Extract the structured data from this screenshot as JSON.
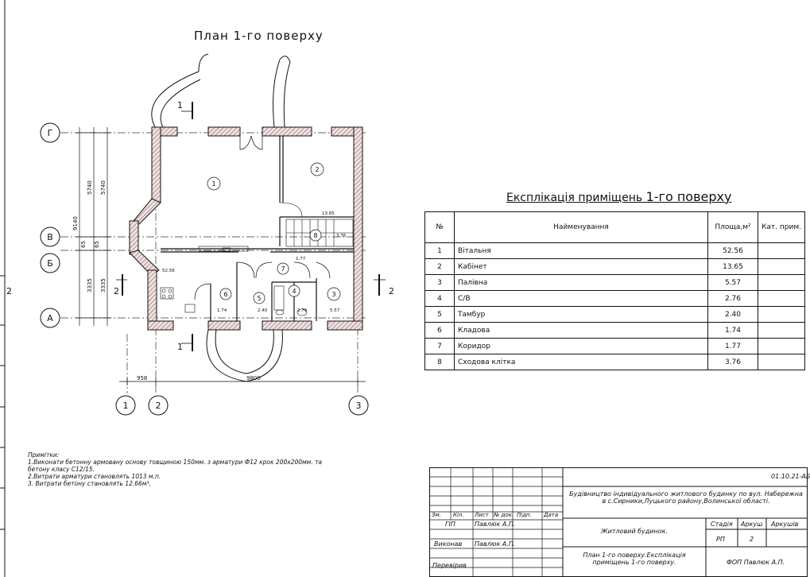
{
  "sheet_title": "План 1-го поверху",
  "grid_axes": {
    "rows": [
      "Г",
      "В",
      "Б",
      "А"
    ],
    "cols": [
      "1",
      "2",
      "3"
    ]
  },
  "dimensions": {
    "vertical": [
      "9140",
      "5740",
      "5740",
      "65",
      "65",
      "3335",
      "3335"
    ],
    "horizontal": [
      "958",
      "9800"
    ]
  },
  "section_marks": [
    "1",
    "1",
    "2",
    "2",
    "2"
  ],
  "rooms": [
    {
      "no": "1",
      "area": ""
    },
    {
      "no": "2",
      "area": ""
    },
    {
      "no": "3",
      "area": "5.57"
    },
    {
      "no": "4",
      "area": "2.76"
    },
    {
      "no": "5",
      "area": "2.40"
    },
    {
      "no": "6",
      "area": "1.74"
    },
    {
      "no": "7",
      "area": "1.77"
    },
    {
      "no": "8",
      "area": "3.76"
    }
  ],
  "plan_labels": {
    "living_area": "52.56",
    "office_area": "13.65"
  },
  "explication": {
    "title_prefix": "Експлікація приміщень",
    "title_suffix": "1-го поверху",
    "headers": {
      "no": "№",
      "name": "Найменування",
      "area": "Площа,м²",
      "kat": "Кат. прим."
    },
    "rows": [
      {
        "no": "1",
        "name": "Вітальня",
        "area": "52.56"
      },
      {
        "no": "2",
        "name": "Кабінет",
        "area": "13.65"
      },
      {
        "no": "3",
        "name": "Палівна",
        "area": "5.57"
      },
      {
        "no": "4",
        "name": "С/В",
        "area": "2.76"
      },
      {
        "no": "5",
        "name": "Тамбур",
        "area": "2.40"
      },
      {
        "no": "6",
        "name": "Кладова",
        "area": "1.74"
      },
      {
        "no": "7",
        "name": "Коридор",
        "area": "1.77"
      },
      {
        "no": "8",
        "name": "Сходова клітка",
        "area": "3.76"
      }
    ]
  },
  "notes": {
    "heading": "Примітки:",
    "lines": [
      "1.Виконати бетонну армовану основу товщиною 150мм. з арматури Ф12 крок 200х200мм. та бетону класу С12/15.",
      "2.Витрати арматури становлять 1013 м.п.",
      "3. Витрати бетону становлять 12.66м³."
    ]
  },
  "title_block": {
    "code": "01.10.21-АБ",
    "project": "Будівництво індивідуального житлового будинку по вул. Набережна в с.Сирники,Луцького району,Волинської області.",
    "col_headers": [
      "Зм.",
      "Кіл.",
      "Лист",
      "№ док.",
      "Підп.",
      "Дата"
    ],
    "roles": [
      {
        "role": "ГІП",
        "name": "Павлюк А.П."
      },
      {
        "role": "Виконав",
        "name": "Павлюк А.П."
      },
      {
        "role": "Перевірив",
        "name": ""
      }
    ],
    "object": "Житловий будинок.",
    "stage_label": "Стадія",
    "sheet_label": "Аркуш",
    "sheets_label": "Аркушів",
    "stage": "РП",
    "sheet": "2",
    "sheet_title": "План 1-го поверху.Експлікація приміщень 1-го поверху.",
    "company": "ФОП Павлюк А.П."
  }
}
